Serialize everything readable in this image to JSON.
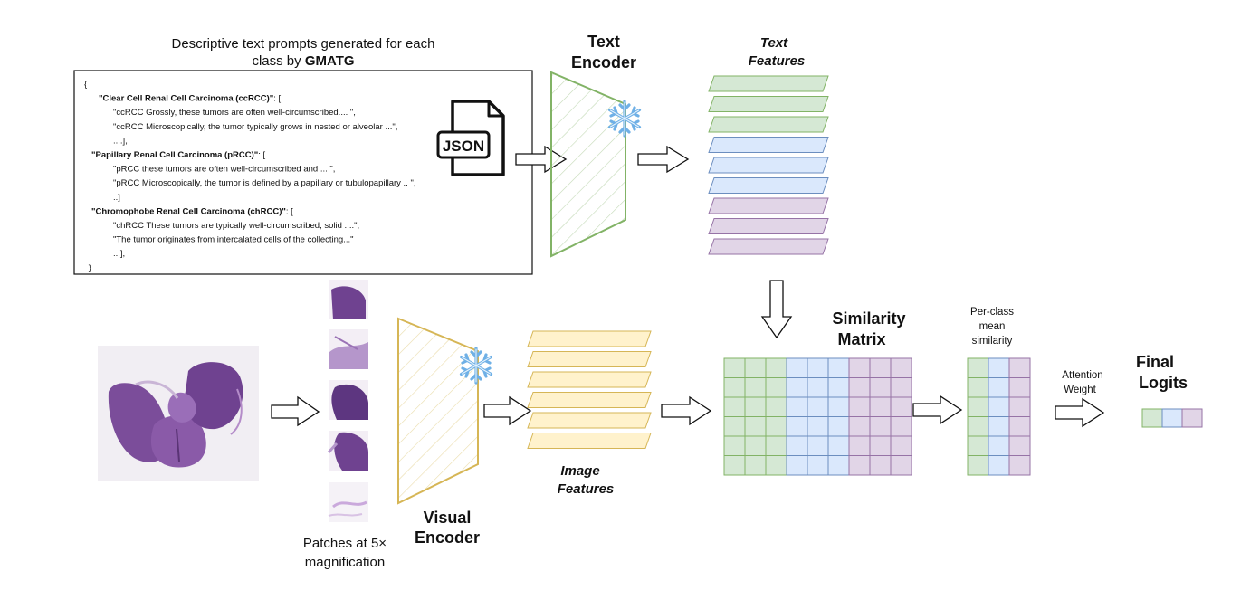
{
  "prompt_box": {
    "title_line1": "Descriptive text prompts generated for each",
    "title_line2_prefix": "class by ",
    "title_line2_bold": "GMATG",
    "lines": [
      {
        "text": "{",
        "bold": false,
        "indent": 0
      },
      {
        "text": "\"Clear Cell Renal Cell Carcinoma (ccRCC)\"",
        "suffix": ": [",
        "bold": true,
        "indent": 1
      },
      {
        "text": "\"ccRCC Grossly, these tumors are often well-circumscribed.... \",",
        "bold": false,
        "indent": 2
      },
      {
        "text": "\"ccRCC Microscopically, the tumor typically grows in nested or alveolar ...\",",
        "bold": false,
        "indent": 2
      },
      {
        "text": "....],",
        "bold": false,
        "indent": 2
      },
      {
        "text": "\"Papillary Renal Cell Carcinoma (pRCC)\"",
        "suffix": ": [",
        "bold": true,
        "indent": 0.5
      },
      {
        "text": "\"pRCC  these tumors are often well-circumscribed and  ... \",",
        "bold": false,
        "indent": 2
      },
      {
        "text": " \"pRCC Microscopically, the tumor is defined by a papillary or tubulopapillary .. \",",
        "bold": false,
        "indent": 2
      },
      {
        "text": "..]",
        "bold": false,
        "indent": 2
      },
      {
        "text": "\"Chromophobe Renal Cell Carcinoma (chRCC)\"",
        "suffix": ": [",
        "bold": true,
        "indent": 0.5
      },
      {
        "text": "\"chRCC These tumors are typically well-circumscribed, solid ....\",",
        "bold": false,
        "indent": 2
      },
      {
        "text": "\"The tumor originates from intercalated cells of the collecting...\"",
        "bold": false,
        "indent": 2
      },
      {
        "text": "...],",
        "bold": false,
        "indent": 2
      },
      {
        "text": "}",
        "bold": false,
        "indent": 0.3
      }
    ]
  },
  "json_icon_label": "JSON",
  "text_encoder": {
    "line1": "Text",
    "line2": "Encoder"
  },
  "text_features": {
    "line1": "Text",
    "line2": "Features"
  },
  "visual_encoder": {
    "line1": "Visual",
    "line2": "Encoder"
  },
  "image_features": {
    "line1": "Image",
    "line2": "Features"
  },
  "patches_label": {
    "line1": "Patches at 5×",
    "line2": "magnification"
  },
  "similarity_matrix": {
    "line1": "Similarity",
    "line2": "Matrix"
  },
  "per_class": {
    "line1": "Per-class",
    "line2": "mean",
    "line3": "similarity"
  },
  "attention": {
    "line1": "Attention",
    "line2": "Weight"
  },
  "final_logits": {
    "line1": "Final",
    "line2": "Logits"
  },
  "colors": {
    "green_fill": "#d5e8d4",
    "green_stroke": "#82b366",
    "blue_fill": "#dae8fc",
    "blue_stroke": "#6c8ebf",
    "purple_fill": "#e1d5e7",
    "purple_stroke": "#9673a6",
    "yellow_fill": "#fff2cc",
    "yellow_stroke": "#d6b656",
    "snow": "#8fc3ef",
    "tissue": "#7b4d9a"
  }
}
